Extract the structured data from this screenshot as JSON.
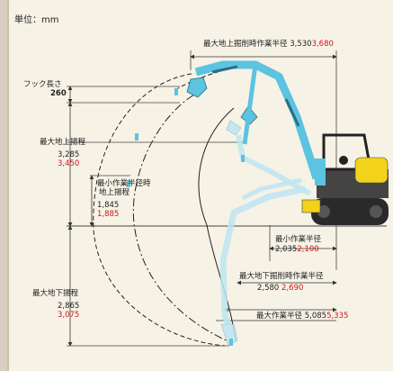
{
  "unit_label": "単位：mm",
  "dims": {
    "max_reach_at_ground": {
      "label": "最大地上掘削時作業半径",
      "standard": "3,530",
      "long_arm": "3,680"
    },
    "hook_length": {
      "label": "フック長さ",
      "value": "260"
    },
    "max_dig_height": {
      "label": "最大地上揚程",
      "standard": "3,285",
      "long_arm": "3,450"
    },
    "min_radius_height": {
      "label_line1": "最小作業半径時",
      "label_line2": "地上揚程",
      "standard": "1,845",
      "long_arm": "1,885"
    },
    "min_radius": {
      "label": "最小作業半径",
      "standard": "2,035",
      "long_arm": "2,100"
    },
    "max_depth": {
      "label": "最大地下揚程",
      "standard": "2,865",
      "long_arm": "3,075"
    },
    "reach_at_max_depth": {
      "label": "最大地下掘削時作業半径",
      "standard": "2,580",
      "long_arm": "2,690"
    },
    "max_reach": {
      "label": "最大作業半径",
      "standard": "5,085",
      "long_arm": "5,335"
    }
  },
  "colors": {
    "background": "#f6f2e6",
    "long_arm_value": "#d01818",
    "arm": "#5cc3e0",
    "ghost_arm": "#bfe6f2",
    "machine_body": "#f2d21a",
    "track": "#2a2a2a"
  }
}
